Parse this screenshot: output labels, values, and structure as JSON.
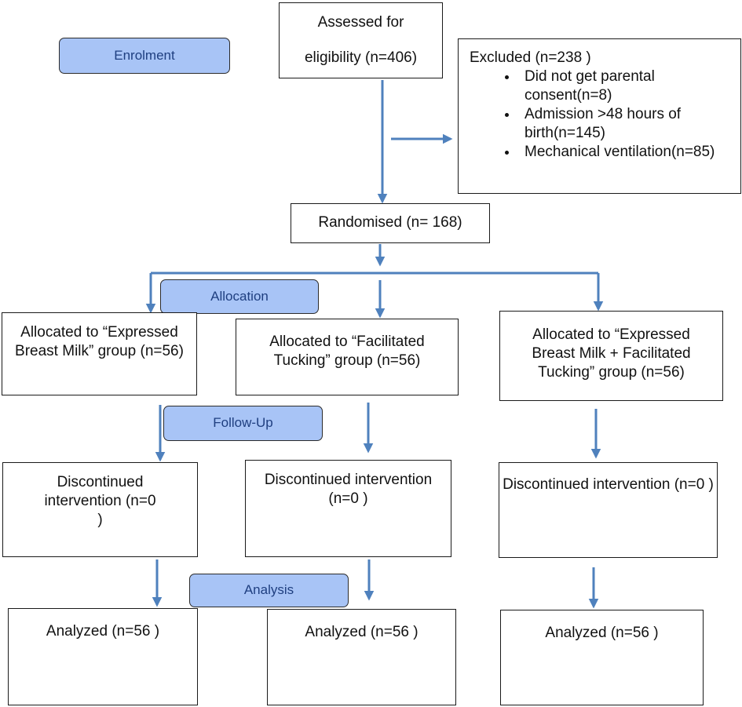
{
  "stages": {
    "enrolment": "Enrolment",
    "allocation": "Allocation",
    "follow_up": "Follow-Up",
    "analysis": "Analysis"
  },
  "assessed": {
    "line1": "Assessed for",
    "line2": "eligibility (n=406)"
  },
  "excluded": {
    "title": "Excluded (n=238 )",
    "reasons": [
      "Did not get parental consent(n=8)",
      "Admission >48 hours of birth(n=145)",
      "Mechanical ventilation(n=85)"
    ]
  },
  "randomised": "Randomised (n= 168)",
  "allocated": [
    "Allocated to “Expressed Breast Milk” group (n=56)",
    "Allocated to “Facilitated Tucking” group (n=56)",
    "Allocated to “Expressed Breast Milk + Facilitated Tucking” group (n=56)"
  ],
  "discontinued": [
    "Discontinued intervention (n=0 )",
    "Discontinued intervention (n=0 )",
    "Discontinued intervention (n=0 )"
  ],
  "analyzed": [
    "Analyzed (n=56 )",
    "Analyzed (n=56 )",
    "Analyzed (n=56 )"
  ],
  "colors": {
    "arrow": "#4f81bd",
    "stage_fill": "#a8c4f6",
    "stage_text": "#1f3f80",
    "box_border": "#1a1a1a"
  }
}
